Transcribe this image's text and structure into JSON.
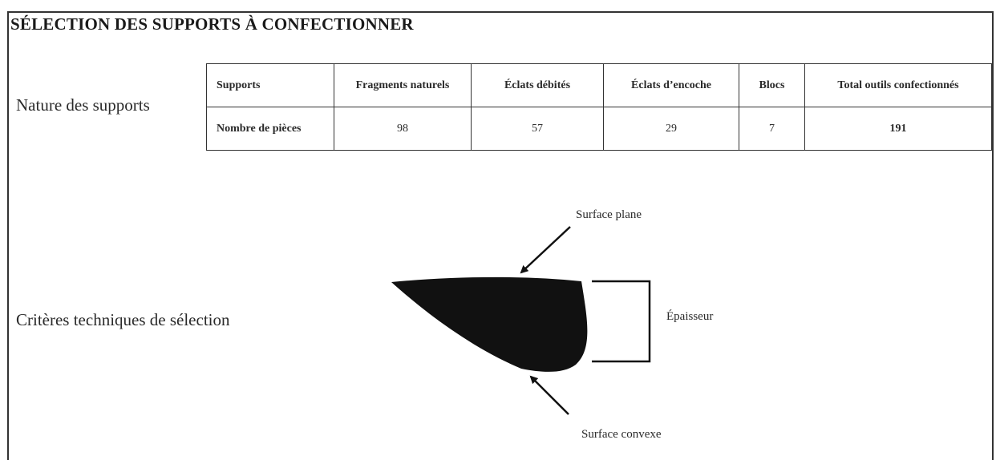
{
  "title": "SÉLECTION DES SUPPORTS À CONFECTIONNER",
  "nature_label": "Nature des supports",
  "criteres_label": "Critères techniques de sélection",
  "table": {
    "header": [
      "Supports",
      "Fragments naturels",
      "Éclats débités",
      "Éclats d’encoche",
      "Blocs",
      "Total outils confectionnés"
    ],
    "row": [
      "Nombre de pièces",
      "98",
      "57",
      "29",
      "7",
      "191"
    ]
  },
  "diagram": {
    "surface_plane": "Surface plane",
    "epaisseur": "Épaisseur",
    "surface_convexe": "Surface convexe"
  }
}
